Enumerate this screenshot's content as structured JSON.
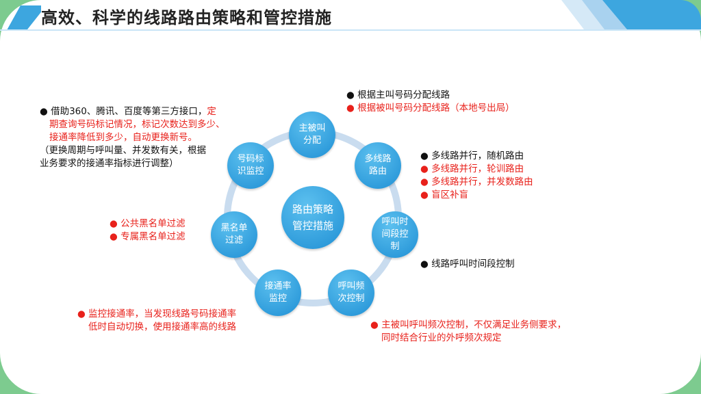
{
  "title": "高效、科学的线路路由策略和管控措施",
  "center": {
    "line1": "路由策略",
    "line2": "管控措施"
  },
  "nodes": [
    {
      "l1": "主被叫",
      "l2": "分配"
    },
    {
      "l1": "多线路",
      "l2": "路由"
    },
    {
      "l1": "呼叫时",
      "l2": "间段控",
      "l3": "制"
    },
    {
      "l1": "呼叫频",
      "l2": "次控制"
    },
    {
      "l1": "接通率",
      "l2": "监控"
    },
    {
      "l1": "黑名单",
      "l2": "过滤"
    },
    {
      "l1": "号码标",
      "l2": "识监控"
    }
  ],
  "notes": {
    "allocation": [
      "根据主叫号码分配线路",
      "根据被叫号码分配线路（本地号出局）"
    ],
    "multi_route": [
      "多线路并行，随机路由",
      "多线路并行，轮训路由",
      "多线路并行，并发数路由",
      "盲区补盲"
    ],
    "time_control": "线路呼叫时间段控制",
    "frequency": {
      "l1": "主被叫呼叫频次控制，不仅满足业务侧要求，",
      "l2": "同时结合行业的外呼频次规定"
    },
    "rate": {
      "l1": "监控接通率，当发现线路号码接通率",
      "l2": "低时自动切换，使用接通率高的线路"
    },
    "blacklist": [
      "公共黑名单过滤",
      "专属黑名单过滤"
    ],
    "marking": {
      "black": "借助360、腾讯、百度等第三方接口，",
      "red1": "定",
      "red2": "期查询号码标记情况，标记次数达到多少、",
      "red3": "接通率降低到多少，自动更换新号。",
      "note1": "（更换周期与呼叫量、并发数有关，根据",
      "note2": "业务要求的接通率指标进行调整）"
    }
  }
}
